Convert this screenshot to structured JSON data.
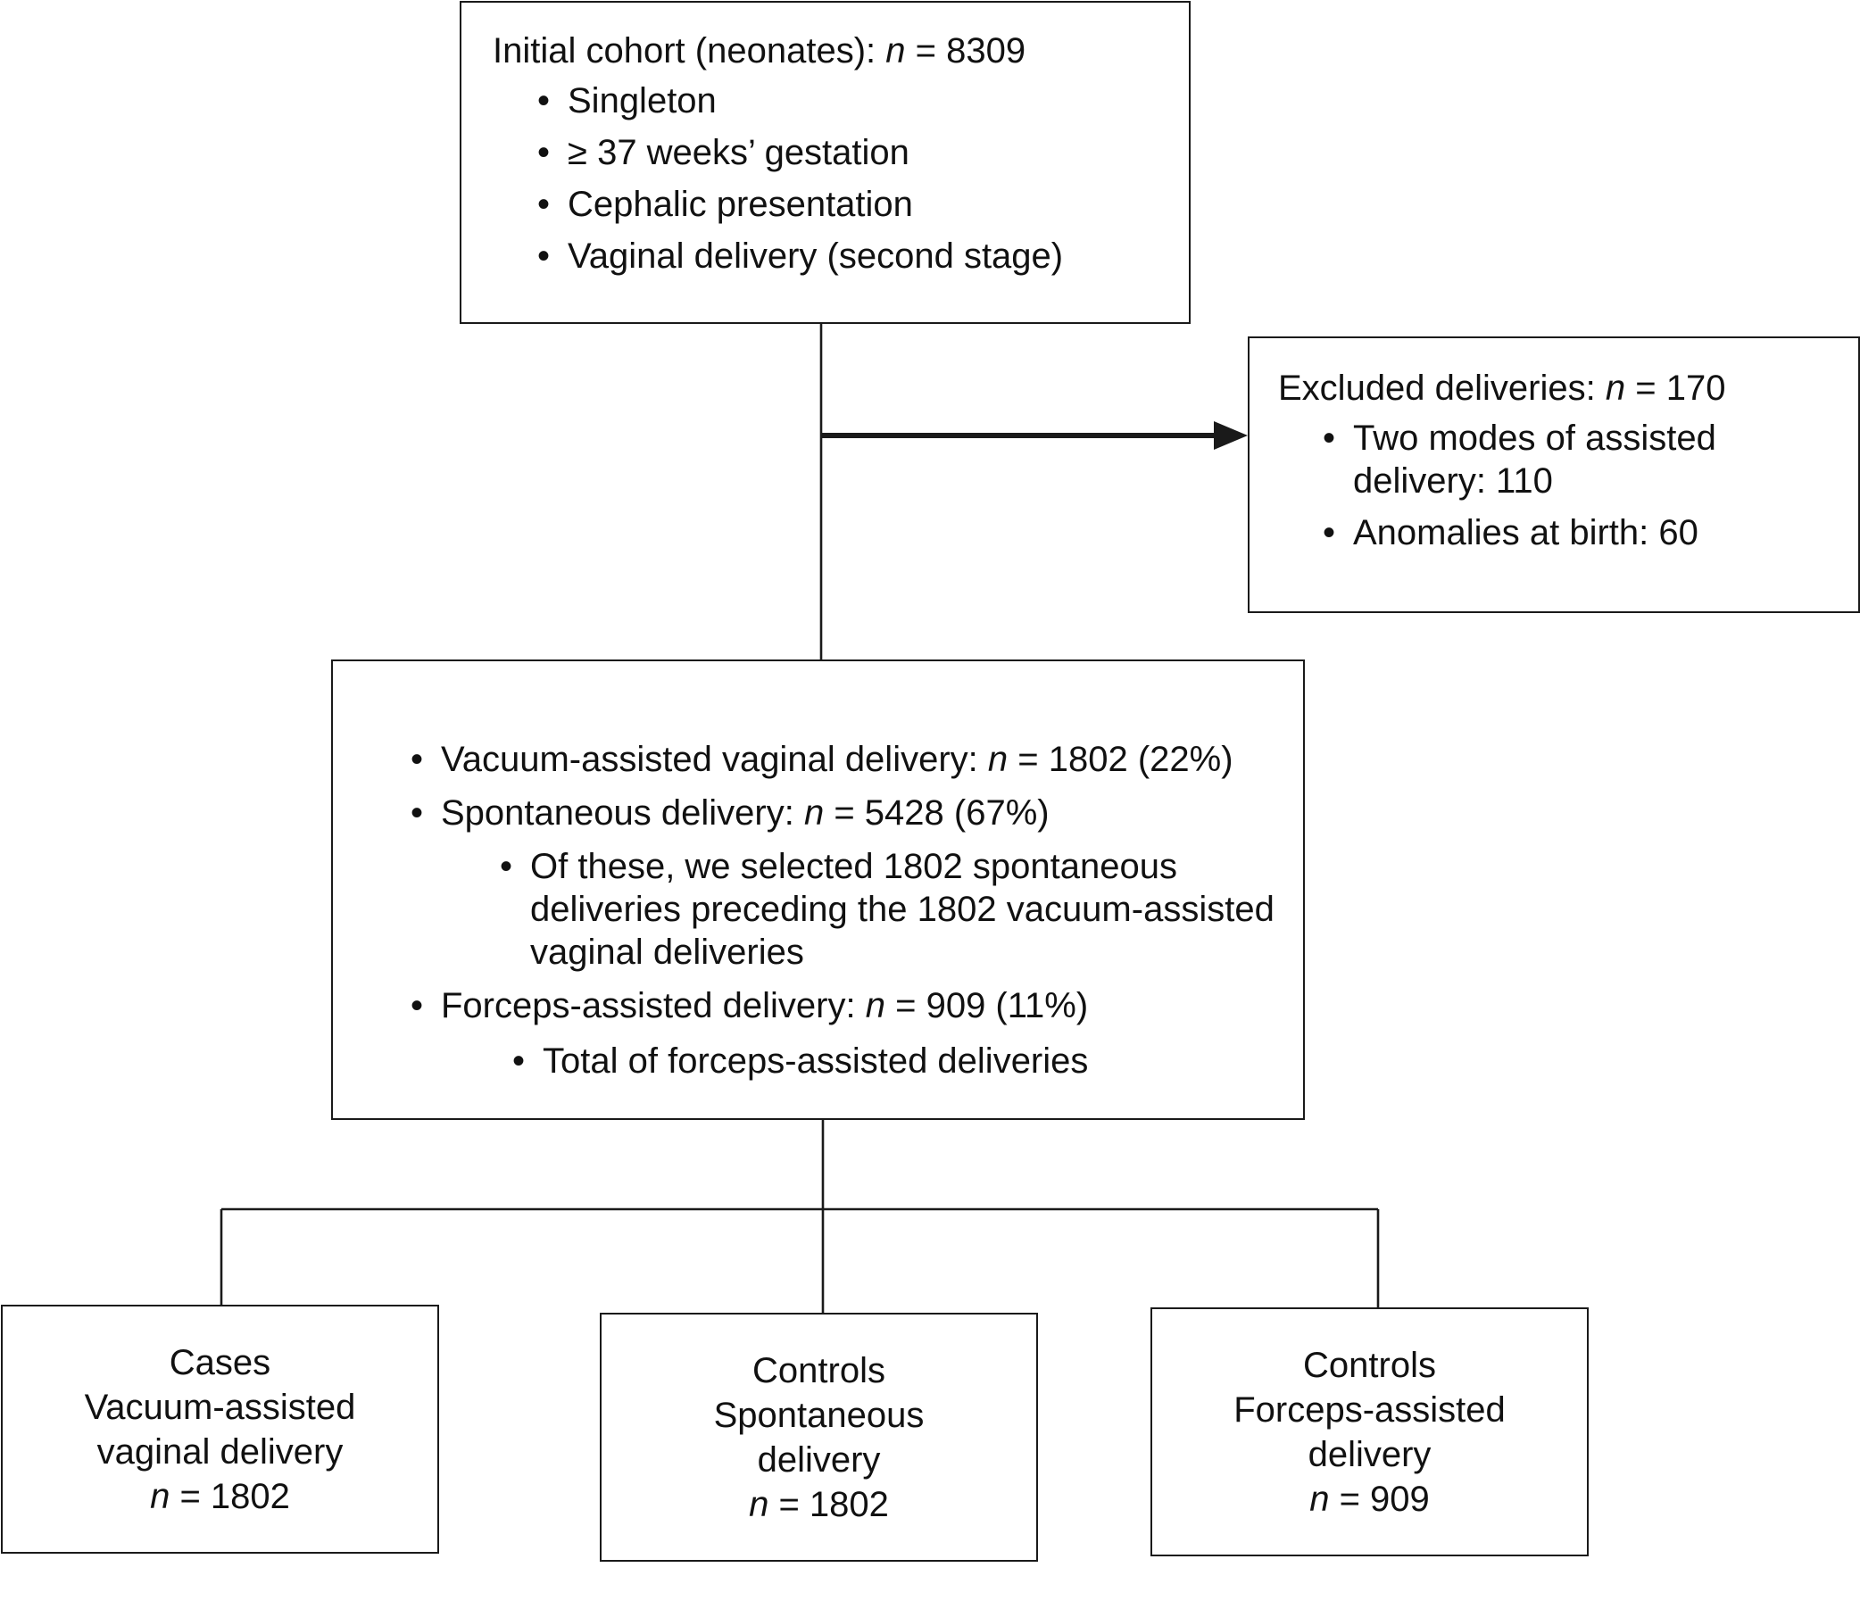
{
  "initial_cohort": {
    "title": "Initial cohort (neonates):",
    "n_label": "n",
    "n_value": " = 8309",
    "criteria": [
      "Singleton",
      "≥ 37 weeks’ gestation",
      "Cephalic presentation",
      "Vaginal delivery (second stage)"
    ]
  },
  "excluded": {
    "title": "Excluded deliveries:",
    "n_label": "n",
    "n_value": " = 170",
    "items": [
      "Two modes of assisted delivery: 110",
      "Anomalies at birth: 60"
    ]
  },
  "delivery_groups": {
    "vacuum": {
      "label": "Vacuum-assisted vaginal delivery:",
      "n_label": "n",
      "n_value": " = 1802 (22%)"
    },
    "spontaneous": {
      "label": "Spontaneous delivery:",
      "n_label": "n",
      "n_value": " = 5428 (67%)",
      "note": "Of these, we selected 1802 spontaneous deliveries preceding the 1802 vacuum-assisted vaginal deliveries"
    },
    "forceps": {
      "label": "Forceps-assisted delivery:",
      "n_label": "n",
      "n_value": " = 909 (11%)",
      "note": "Total of forceps-assisted deliveries"
    }
  },
  "outcome_boxes": {
    "cases_vacuum": {
      "line1": "Cases",
      "line2": "Vacuum-assisted",
      "line3": "vaginal delivery",
      "n_label": "n",
      "n_value": " = 1802"
    },
    "controls_spontaneous": {
      "line1": "Controls",
      "line2": "Spontaneous",
      "line3": "delivery",
      "n_label": "n",
      "n_value": " = 1802"
    },
    "controls_forceps": {
      "line1": "Controls",
      "line2": "Forceps-assisted",
      "line3": "delivery",
      "n_label": "n",
      "n_value": " = 909"
    }
  },
  "colors": {
    "line": "#1a1a1a",
    "background": "#ffffff"
  }
}
